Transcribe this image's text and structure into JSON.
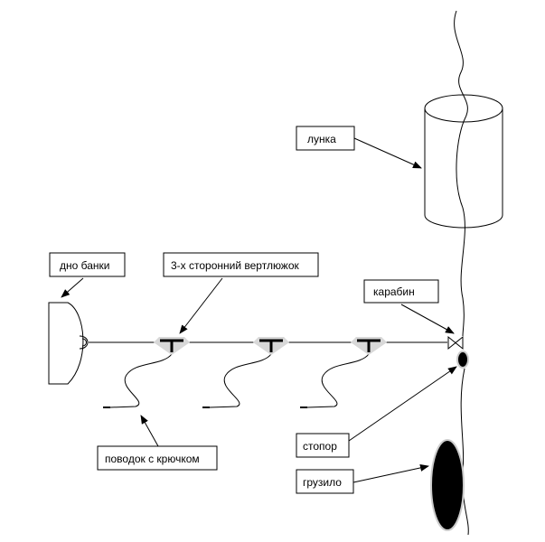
{
  "labels": {
    "hole": "лунка",
    "jar_bottom": "дно банки",
    "swivel": "3-х сторонний вертлюжок",
    "carabiner": "карабин",
    "stopper": "стопор",
    "sinker": "грузило",
    "leader": "поводок с крючком"
  },
  "colors": {
    "line": "#000000",
    "swivel": "#d8d8d8",
    "background": "#ffffff"
  }
}
